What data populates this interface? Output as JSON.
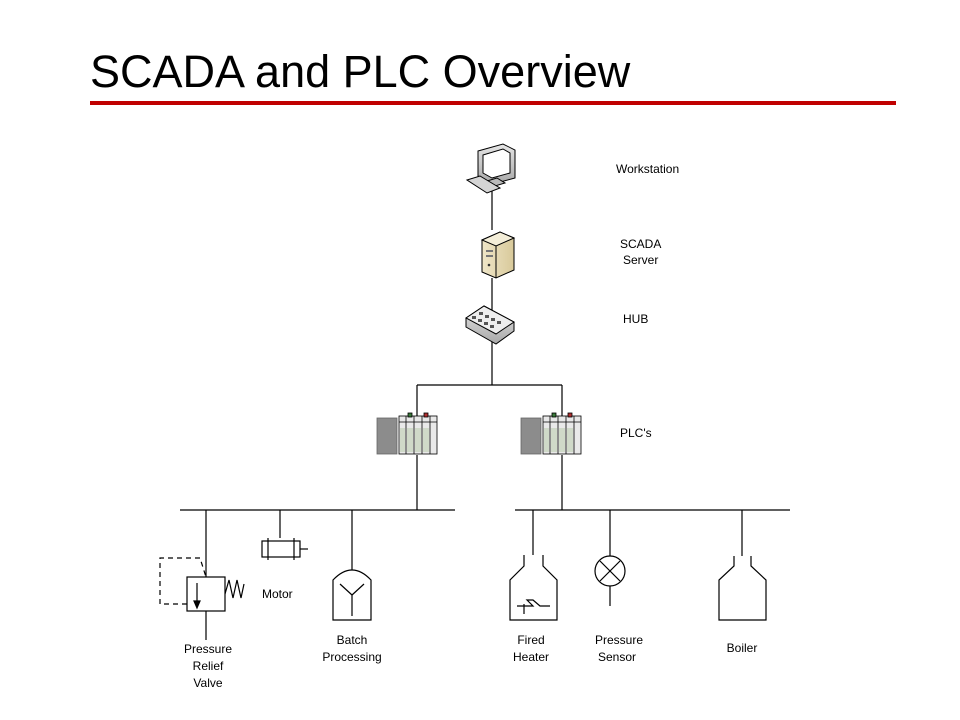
{
  "title": "SCADA and PLC Overview",
  "colors": {
    "title_rule": "#c00000",
    "line": "#000000",
    "plc_gray": "#8c8c8c"
  },
  "labels": {
    "workstation": "Workstation",
    "scada_server": [
      "SCADA",
      "Server"
    ],
    "hub": "HUB",
    "plcs": "PLC's",
    "motor": "Motor",
    "pressure_relief_valve": [
      "Pressure",
      "Relief",
      "Valve"
    ],
    "batch_processing": [
      "Batch",
      "Processing"
    ],
    "fired_heater": [
      "Fired",
      "Heater"
    ],
    "pressure_sensor": [
      "Pressure",
      "Sensor"
    ],
    "boiler": "Boiler"
  },
  "icons": [
    "workstation-icon",
    "server-icon",
    "hub-icon",
    "plc-icon",
    "pressure-relief-valve-icon",
    "motor-icon",
    "batch-vessel-icon",
    "fired-heater-icon",
    "pressure-sensor-icon",
    "boiler-icon"
  ]
}
